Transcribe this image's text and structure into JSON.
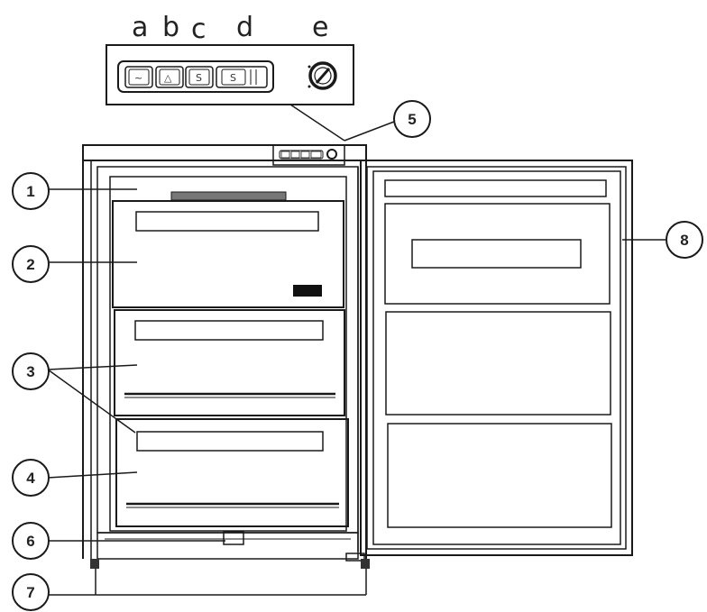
{
  "panel_letters": [
    "a",
    "b",
    "c",
    "d",
    "e"
  ],
  "callouts": [
    "1",
    "2",
    "3",
    "4",
    "5",
    "6",
    "7",
    "8"
  ],
  "button_symbols": {
    "a": "~",
    "b": "△",
    "c": "S",
    "d": "S"
  },
  "icons": {
    "dial": "thermostat-dial-icon"
  },
  "colors": {
    "line": "#1a1a1a",
    "fill_dark": "#111111",
    "background": "#ffffff"
  }
}
